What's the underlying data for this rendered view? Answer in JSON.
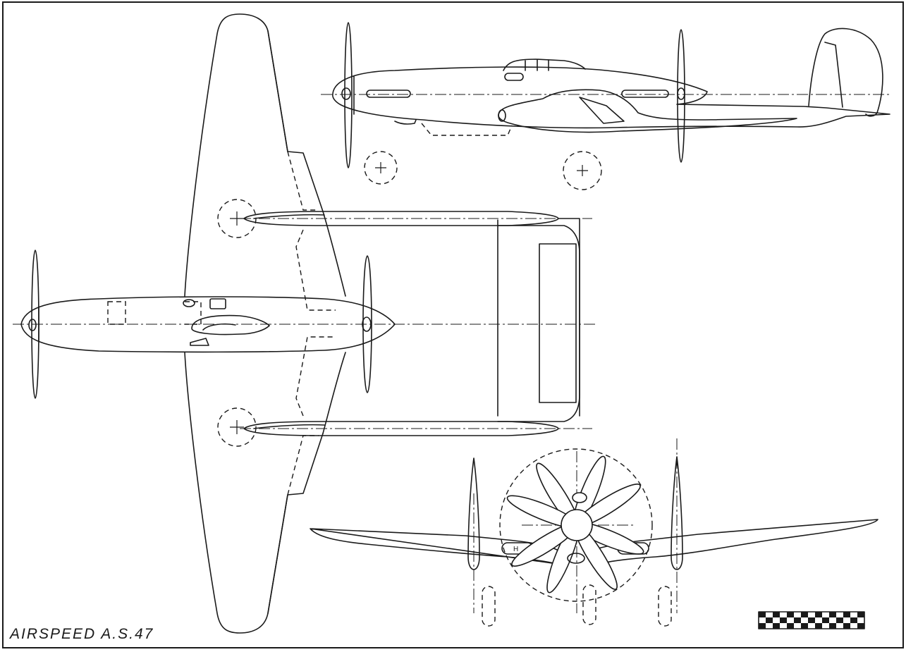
{
  "caption": "AIRSPEED A.S.47",
  "colors": {
    "ink": "#1a1a1a",
    "paper": "#ffffff"
  },
  "views": [
    "plan-view",
    "side-elevation",
    "front-elevation"
  ]
}
